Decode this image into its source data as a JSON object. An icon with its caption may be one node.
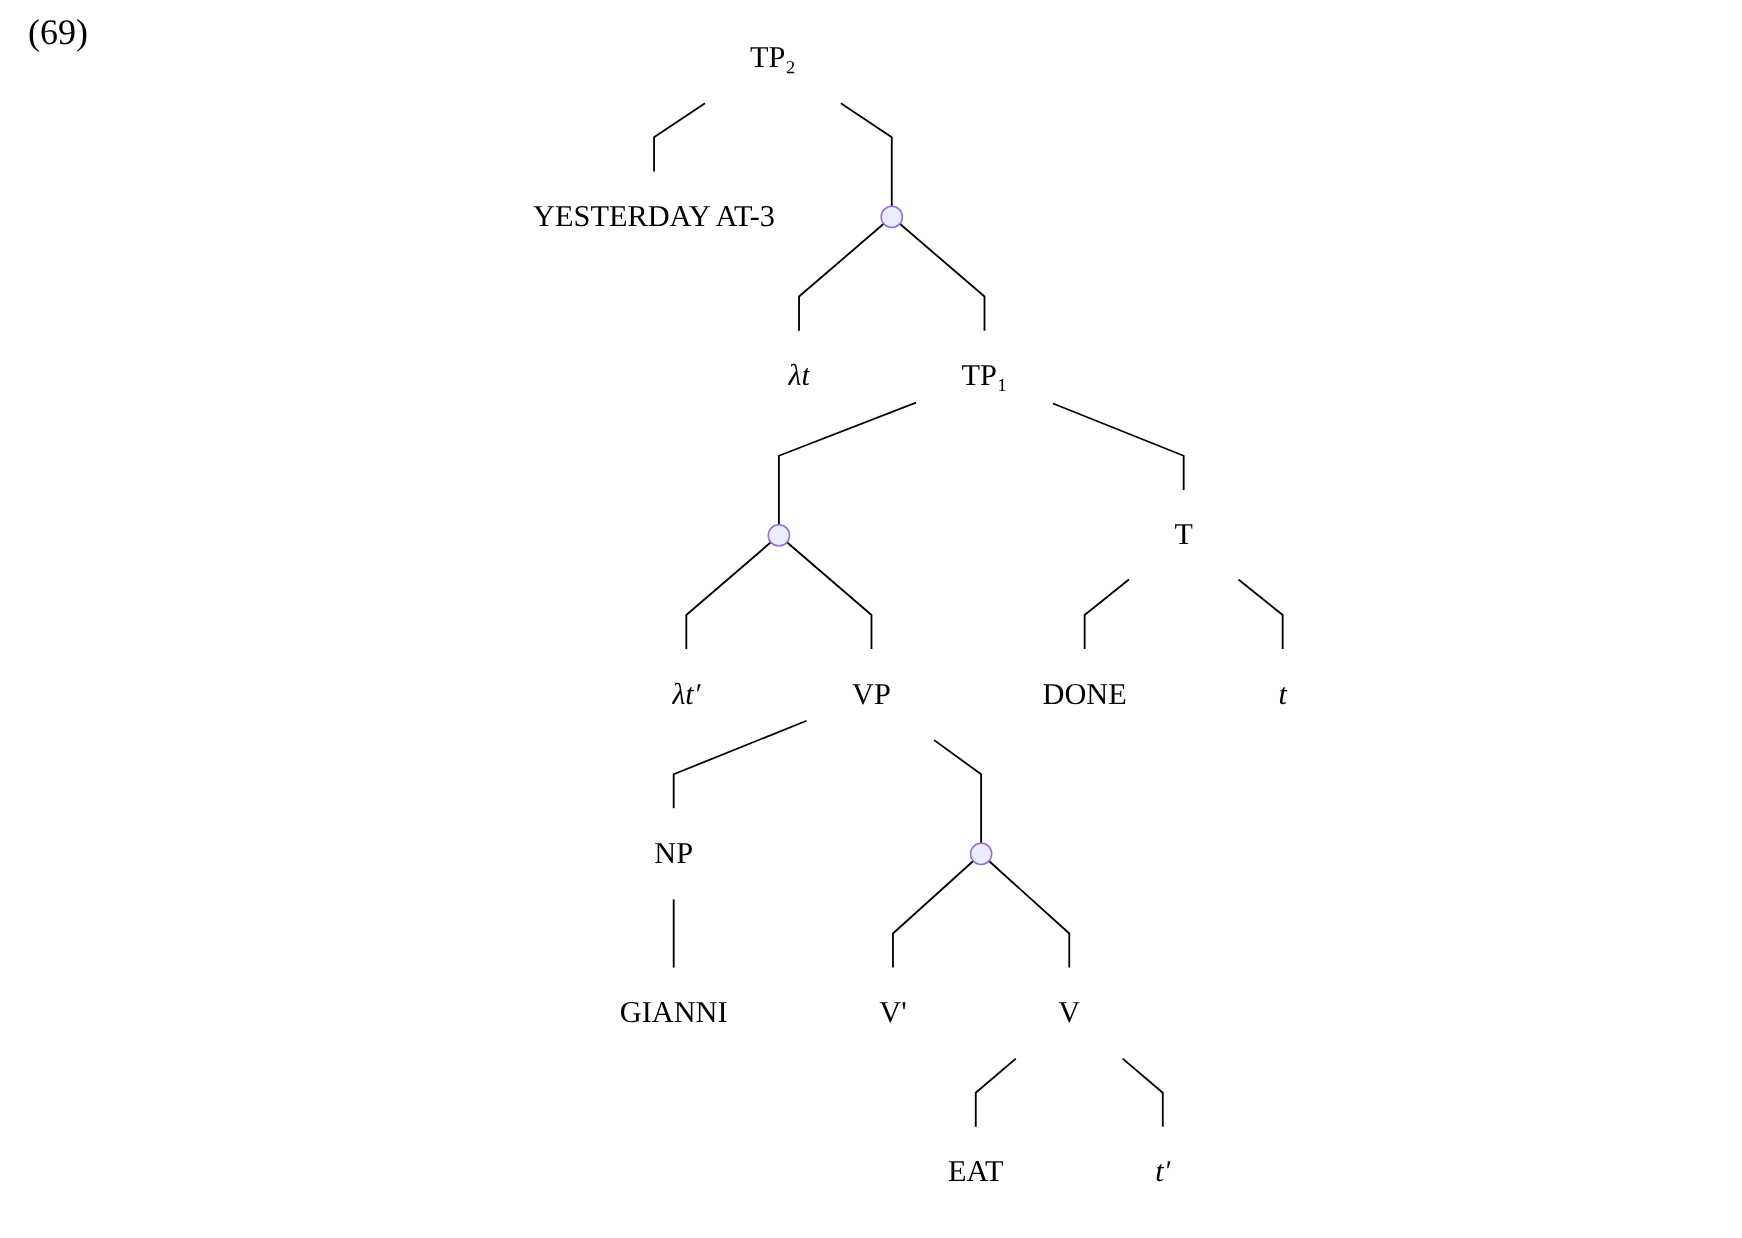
{
  "diagram": {
    "nodes": [
      {
        "text": [
          "TP₂"
        ]
      },
      {
        "text": [
          "YESTERDAY AT-3"
        ]
      },
      {
        "text": [],
        "shape": "point"
      },
      {
        "text": [
          "λt"
        ]
      },
      {
        "text": [
          "TP₁"
        ]
      },
      {
        "text": [],
        "shape": "point"
      },
      {
        "text": [
          "T"
        ]
      },
      {
        "text": [
          "λt′"
        ]
      },
      {
        "text": [
          "VP"
        ]
      },
      {
        "text": [
          "DONE"
        ]
      },
      {
        "text": [
          "t"
        ]
      },
      {
        "text": [
          "NP"
        ]
      },
      {
        "text": [],
        "shape": "point"
      },
      {
        "text": [
          "GIANNI"
        ]
      },
      {
        "text": [
          "V'"
        ]
      },
      {
        "text": [
          "V"
        ]
      },
      {
        "text": [
          "EAT"
        ]
      },
      {
        "text": [
          "t′"
        ]
      }
    ],
    "edges": [
      {
        "from": 0,
        "to": 1,
        "arrow": "none"
      },
      {
        "from": 0,
        "to": 2,
        "arrow": "none"
      },
      {
        "from": 2,
        "to": 3,
        "arrow": "none"
      },
      {
        "from": 2,
        "to": 4,
        "arrow": "none"
      },
      {
        "from": 4,
        "to": 5,
        "arrow": "none"
      },
      {
        "from": 4,
        "to": 6,
        "arrow": "none"
      },
      {
        "from": 5,
        "to": 7,
        "arrow": "none"
      },
      {
        "from": 5,
        "to": 8,
        "arrow": "none"
      },
      {
        "from": 6,
        "to": 9,
        "arrow": "none"
      },
      {
        "from": 6,
        "to": 10,
        "arrow": "none"
      },
      {
        "from": 8,
        "to": 11,
        "arrow": "none"
      },
      {
        "from": 8,
        "to": 12,
        "arrow": "none"
      },
      {
        "from": 11,
        "to": 13,
        "arrow": "none"
      },
      {
        "from": 12,
        "to": 14,
        "arrow": "none"
      },
      {
        "from": 12,
        "to": 15,
        "arrow": "none"
      },
      {
        "from": 15,
        "to": 16,
        "arrow": "none"
      },
      {
        "from": 15,
        "to": 17,
        "arrow": "none"
      }
    ],
    "labels": [
      "(69)"
    ]
  }
}
